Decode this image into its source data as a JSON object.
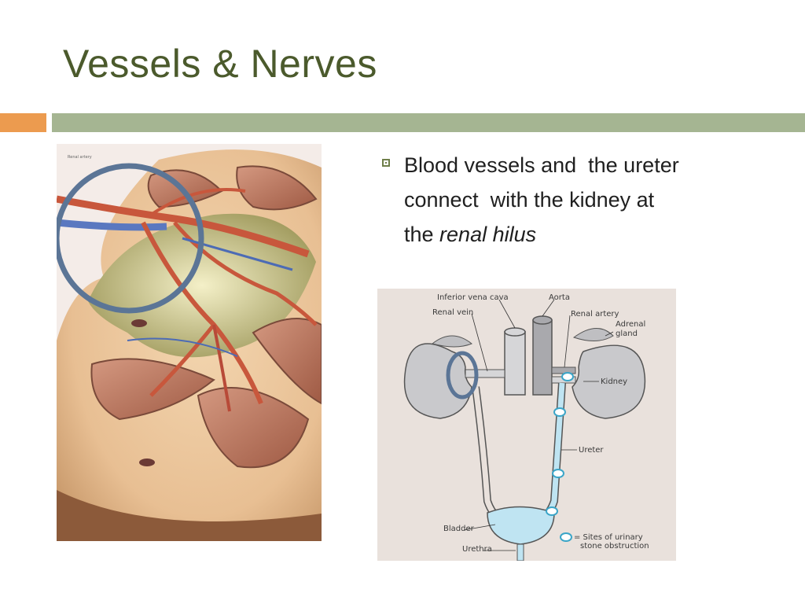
{
  "slide": {
    "title": "Vessels & Nerves",
    "bullet": {
      "lines": [
        "Blood vessels and  the ureter",
        "connect  with the kidney at"
      ],
      "last_line_prefix": "the ",
      "last_line_emphasis": "renal hilus"
    }
  },
  "photo": {
    "label": "Renal artery"
  },
  "diagram": {
    "labels": {
      "inferior_vena_cava": "Inferior vena cava",
      "aorta": "Aorta",
      "renal_vein": "Renal vein",
      "renal_artery": "Renal artery",
      "adrenal_line1": "Adrenal",
      "adrenal_line2": "gland",
      "kidney": "Kidney",
      "ureter": "Ureter",
      "bladder": "Bladder",
      "urethra": "Urethra",
      "legend_line1": "= Sites of urinary",
      "legend_line2": "stone obstruction"
    }
  },
  "colors": {
    "title": "#4b5a2c",
    "orange_bar": "#ec9b4f",
    "green_bar": "#a5b592",
    "highlight_circle": "#5b7596"
  }
}
